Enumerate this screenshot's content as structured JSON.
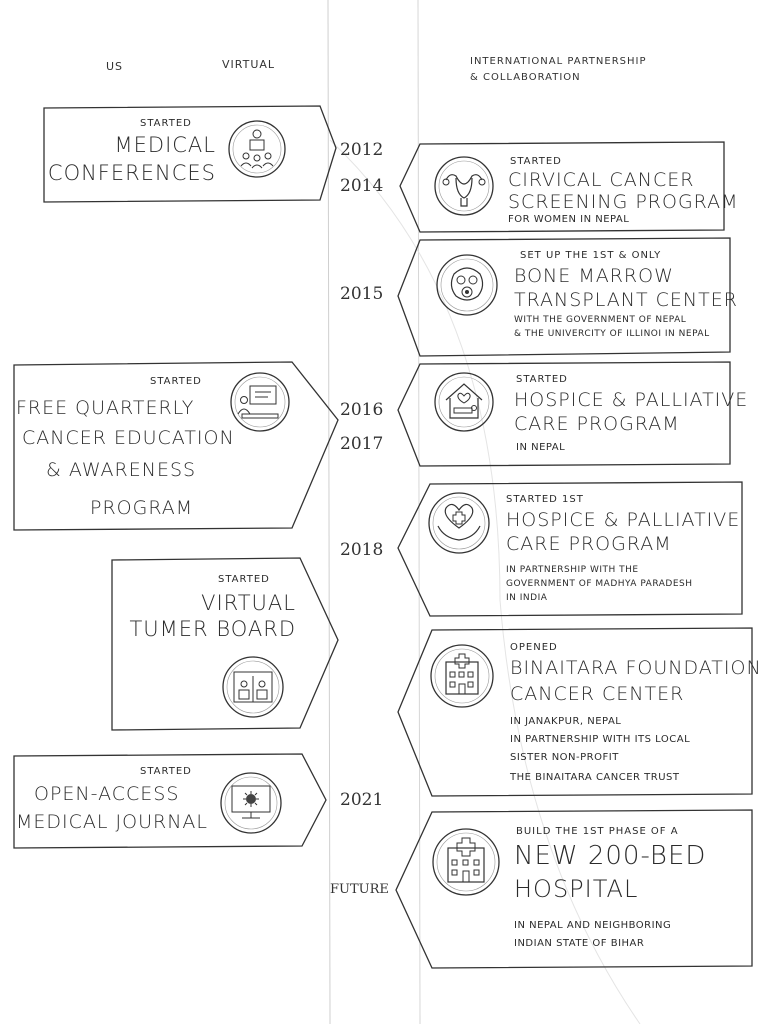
{
  "headers": {
    "us": "US",
    "virtual": "VIRTUAL",
    "international_line1": "INTERNATIONAL PARTNERSHIP",
    "international_line2": "& COLLABORATION"
  },
  "years": [
    "2012",
    "2014",
    "2015",
    "2016",
    "2017",
    "2018",
    "2021",
    "FUTURE"
  ],
  "left_events": [
    {
      "lead": "STARTED",
      "title": [
        "MEDICAL",
        "CONFERENCES"
      ],
      "icon": "conference-icon"
    },
    {
      "lead": "STARTED",
      "title": [
        "FREE QUARTERLY",
        "CANCER EDUCATION",
        "& AWARENESS",
        "PROGRAM"
      ],
      "icon": "presentation-icon"
    },
    {
      "lead": "STARTED",
      "title": [
        "VIRTUAL",
        "TUMER BOARD"
      ],
      "icon": "video-call-icon"
    },
    {
      "lead": "STARTED",
      "title": [
        "OPEN-ACCESS",
        "MEDICAL JOURNAL"
      ],
      "icon": "virus-monitor-icon"
    }
  ],
  "right_events": [
    {
      "lead": "STARTED",
      "title": [
        "CIRVICAL CANCER",
        "SCREENING PROGRAM"
      ],
      "detail": [
        "FOR WOMEN IN NEPAL"
      ],
      "icon": "uterus-icon"
    },
    {
      "lead": "SET UP THE 1ST & ONLY",
      "title": [
        "BONE MARROW",
        "TRANSPLANT CENTER"
      ],
      "detail": [
        "WITH THE GOVERNMENT OF NEPAL",
        "& THE UNIVERCITY OF ILLINOI IN NEPAL"
      ],
      "icon": "bone-marrow-icon"
    },
    {
      "lead": "STARTED",
      "title": [
        "HOSPICE & PALLIATIVE",
        "CARE PROGRAM"
      ],
      "detail": [
        "IN NEPAL"
      ],
      "icon": "hospice-home-icon"
    },
    {
      "lead": "STARTED 1ST",
      "title": [
        "HOSPICE & PALLIATIVE",
        "CARE PROGRAM"
      ],
      "detail": [
        "IN PARTNERSHIP WITH THE",
        "GOVERNMENT OF MADHYA PARADESH",
        "IN INDIA"
      ],
      "icon": "heart-hands-icon"
    },
    {
      "lead": "OPENED",
      "title": [
        "BINAITARA FOUNDATION",
        "CANCER CENTER"
      ],
      "detail": [
        "IN JANAKPUR, NEPAL",
        "IN PARTNERSHIP WITH ITS LOCAL",
        "SISTER NON-PROFIT",
        "THE BINAITARA CANCER TRUST"
      ],
      "icon": "hospital-building-icon"
    },
    {
      "lead": "BUILD THE 1ST PHASE OF A",
      "title": [
        "NEW 200-BED",
        "HOSPITAL"
      ],
      "detail": [
        "IN NEPAL AND NEIGHBORING",
        "INDIAN STATE OF BIHAR"
      ],
      "icon": "new-hospital-icon"
    }
  ]
}
